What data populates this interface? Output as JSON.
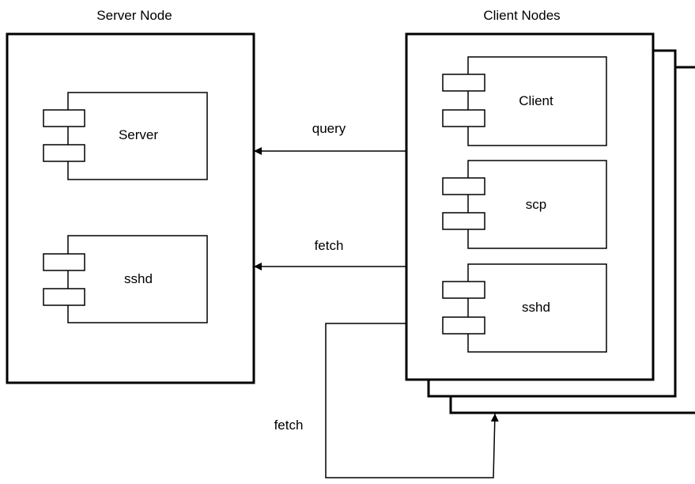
{
  "server_node": {
    "title": "Server Node",
    "components": [
      {
        "label": "Server"
      },
      {
        "label": "sshd"
      }
    ]
  },
  "client_nodes": {
    "title": "Client Nodes",
    "components": [
      {
        "label": "Client"
      },
      {
        "label": "scp"
      },
      {
        "label": "sshd"
      }
    ]
  },
  "connectors": {
    "query": "query",
    "fetch_top": "fetch",
    "fetch_loop": "fetch"
  },
  "colors": {
    "stroke": "#000000",
    "background": "#ffffff"
  }
}
